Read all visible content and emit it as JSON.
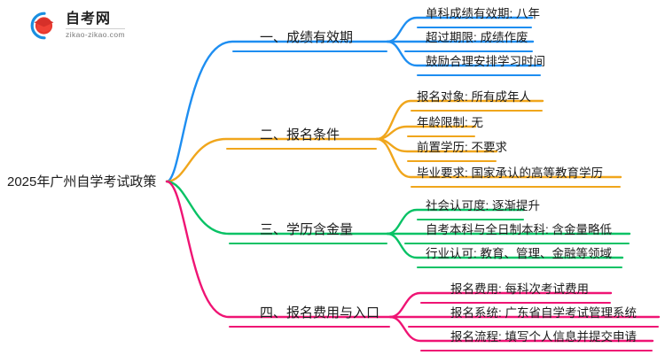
{
  "logo": {
    "title": "自考网",
    "subtitle": "zikao-zikao.com",
    "mark_name": "zikao-logo-icon",
    "arc_color": "#1a8fe0",
    "cap_color": "#e8392e"
  },
  "mindmap": {
    "root": "2025年广州自学考试政策",
    "branches": [
      {
        "label": "一、成绩有效期",
        "color": "#1e8ef1",
        "leaves": [
          "单科成绩有效期: 八年",
          "超过期限: 成绩作废",
          "鼓励合理安排学习时间"
        ]
      },
      {
        "label": "二、报名条件",
        "color": "#f0a61c",
        "leaves": [
          "报名对象: 所有成年人",
          "年龄限制: 无",
          "前置学历: 不要求",
          "毕业要求: 国家承认的高等教育学历"
        ]
      },
      {
        "label": "三、学历含金量",
        "color": "#08c265",
        "leaves": [
          "社会认可度: 逐渐提升",
          "自考本科与全日制本科: 含金量略低",
          "行业认可: 教育、管理、金融等领域"
        ]
      },
      {
        "label": "四、报名费用与入口",
        "color": "#ef1474",
        "leaves": [
          "报名费用: 每科次考试费用",
          "报名系统: 广东省自学考试管理系统",
          "报名流程: 填写个人信息并提交申请"
        ]
      }
    ]
  }
}
